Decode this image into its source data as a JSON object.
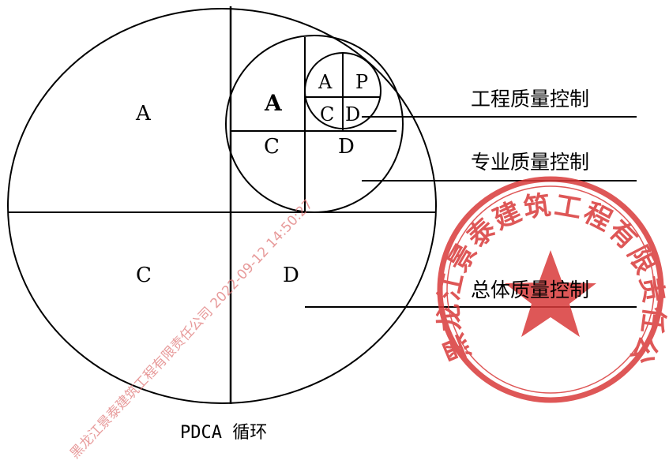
{
  "diagram": {
    "big_quadrants": {
      "A": "A",
      "C": "C",
      "D": "D"
    },
    "mid_quadrants": {
      "A": "A",
      "C": "C",
      "D": "D"
    },
    "small_quadrants": {
      "A": "A",
      "P": "P",
      "C": "C",
      "D": "D"
    },
    "labels": {
      "engineering": "工程质量控制",
      "professional": "专业质量控制",
      "overall": "总体质量控制"
    },
    "caption": "PDCA 循环"
  },
  "stamp": {
    "text": "黑龙江景泰建筑工程有限责任公司",
    "color": "#d93a3a"
  },
  "watermark": {
    "text": "黑龙江景泰建筑工程有限责任公司 2022-09-12 14:50:27"
  }
}
